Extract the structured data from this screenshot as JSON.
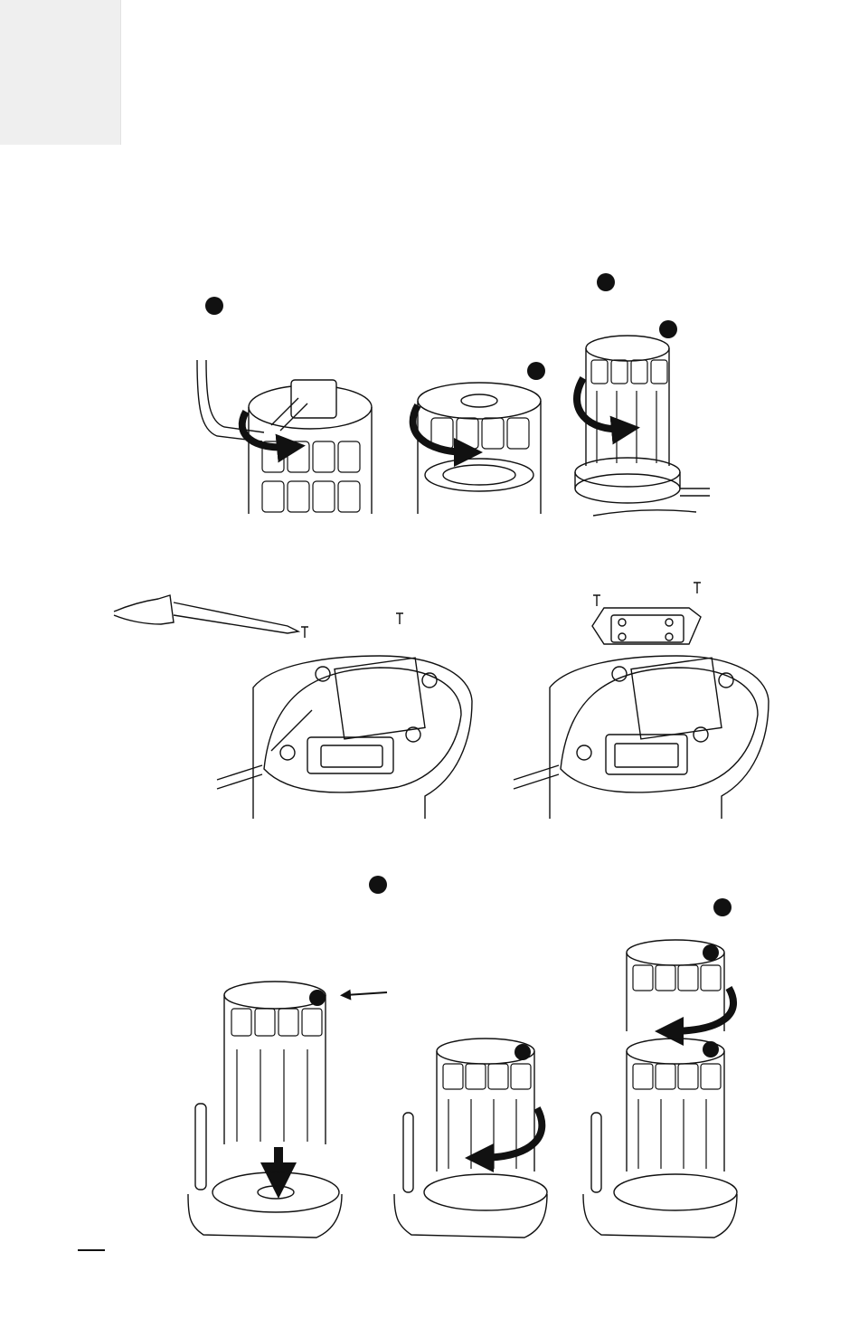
{
  "page": {
    "background": "#ffffff",
    "tab_color": "#efefef",
    "ink_color": "#111111"
  },
  "figures": [
    {
      "icon": "filter-cartridge-removal-illustration",
      "row": 1
    },
    {
      "icon": "battery-replacement-illustration",
      "row": 2
    },
    {
      "icon": "filter-cartridge-installation-illustration",
      "row": 3
    }
  ]
}
